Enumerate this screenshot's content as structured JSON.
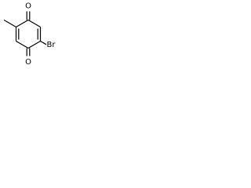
{
  "molecule": {
    "atoms": {
      "oxygen_top": "O",
      "oxygen_bottom": "O",
      "bromine": "Br"
    }
  }
}
